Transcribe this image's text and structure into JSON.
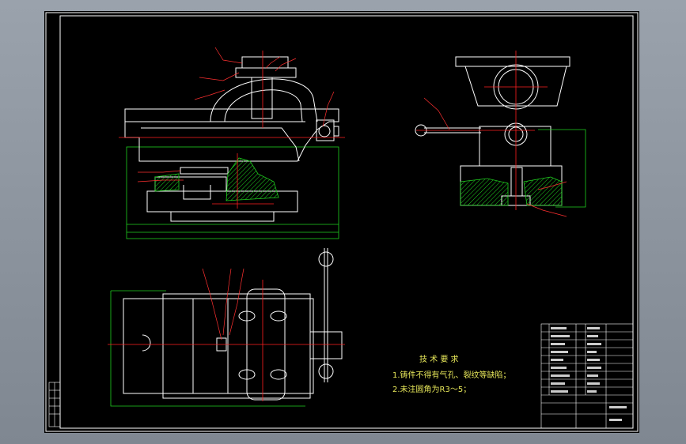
{
  "drawing": {
    "tech_requirements": {
      "title": "技 术 要 求",
      "items": [
        "1.铸件不得有气孔、裂纹等缺陷；",
        "2.未注圆角为R3～5；"
      ]
    },
    "colors": {
      "background": "#000000",
      "outline": "#ffffff",
      "centerline": "#ff2020",
      "dimension": "#20d020",
      "hatch": "#20d020",
      "leader": "#ff3030",
      "text": "#e8e85a"
    }
  }
}
